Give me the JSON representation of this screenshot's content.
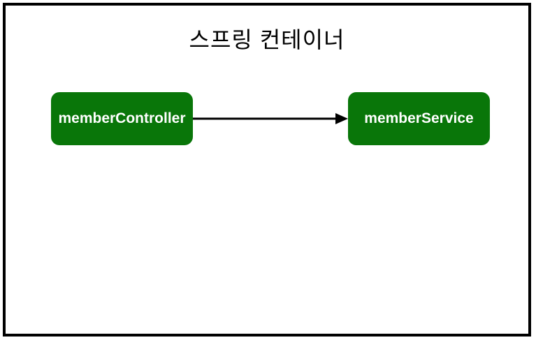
{
  "diagram": {
    "title": "스프링 컨테이너",
    "nodes": [
      {
        "id": "memberController",
        "label": "memberController"
      },
      {
        "id": "memberService",
        "label": "memberService"
      }
    ],
    "edges": [
      {
        "from": "memberController",
        "to": "memberService",
        "type": "solid-arrow"
      }
    ],
    "colors": {
      "node_fill": "#097609",
      "node_text": "#ffffff",
      "frame_border": "#000000",
      "arrow": "#000000",
      "background": "#ffffff"
    }
  }
}
